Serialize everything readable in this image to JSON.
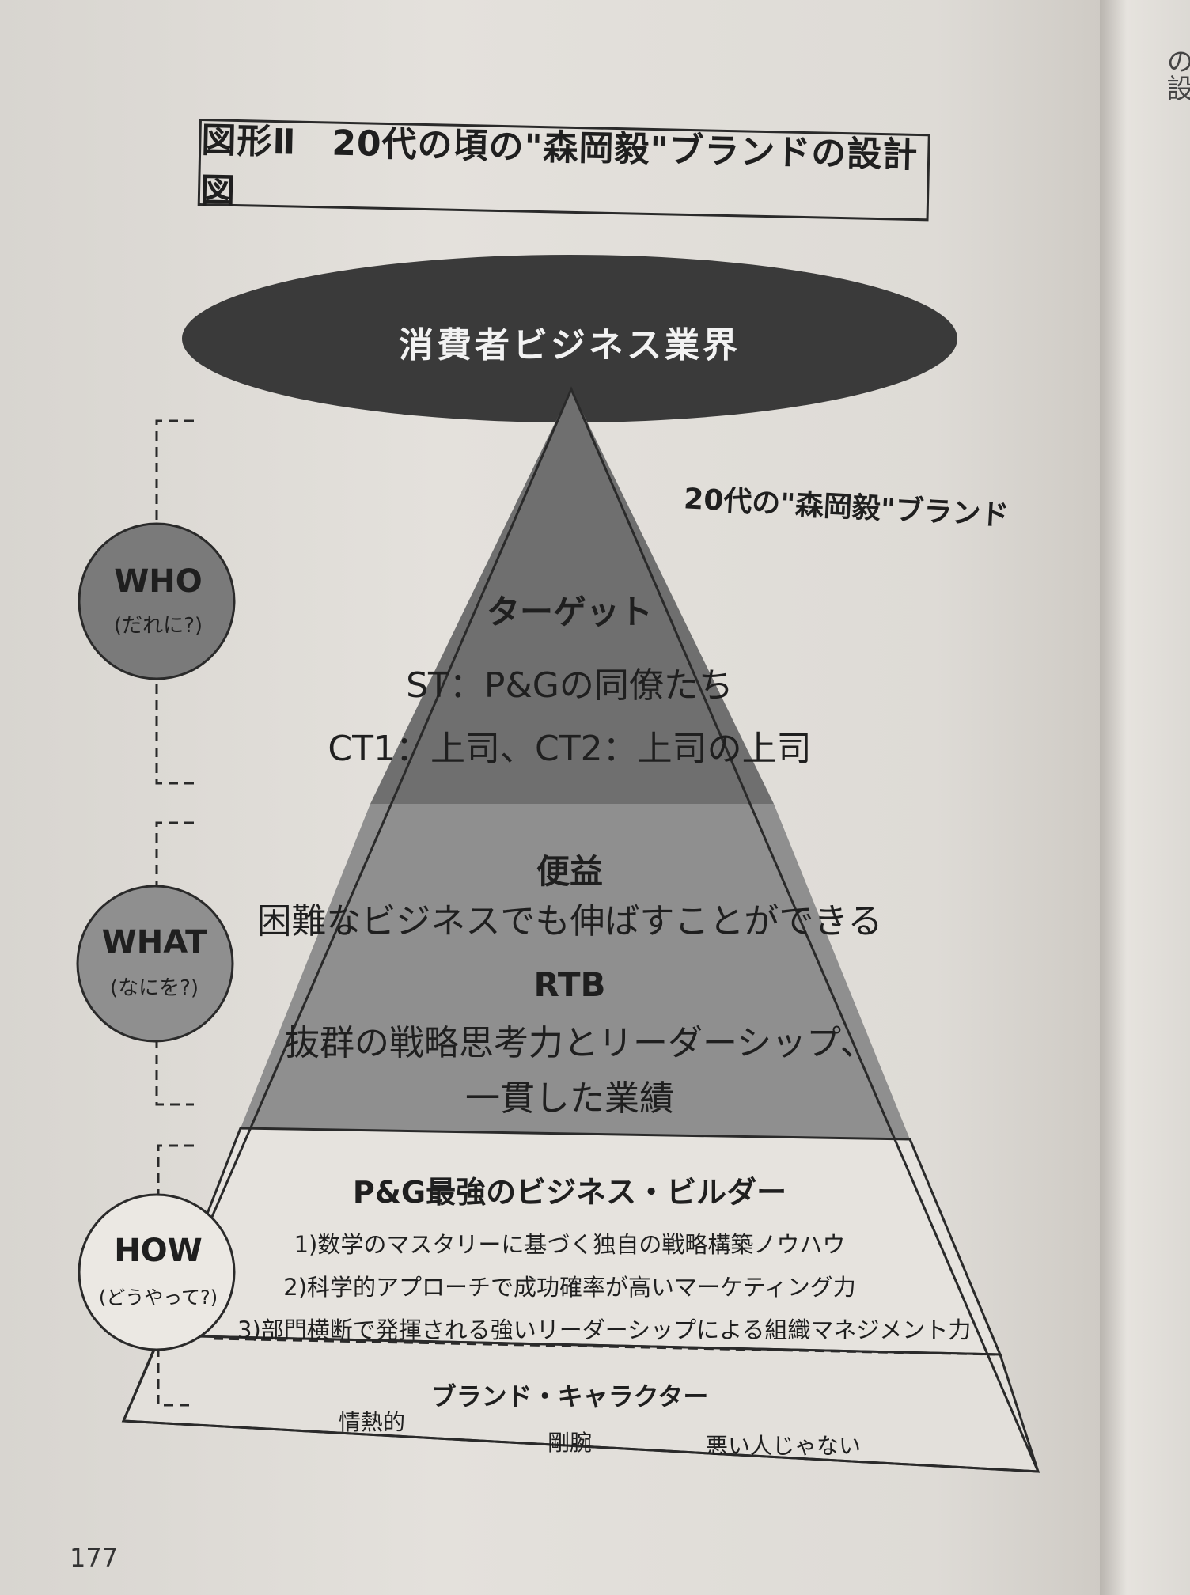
{
  "title": "図形Ⅱ　20代の頃の\"森岡毅\"ブランドの設計図",
  "oval_label": "消費者ビジネス業界",
  "brand_label": "20代の\"森岡毅\"ブランド",
  "dimensions": [
    {
      "main": "WHO",
      "sub": "(だれに?)"
    },
    {
      "main": "WHAT",
      "sub": "(なにを?)"
    },
    {
      "main": "HOW",
      "sub": "(どうやって?)"
    }
  ],
  "target": {
    "heading": "ターゲット",
    "st": "ST：P&Gの同僚たち",
    "ct": "CT1：上司、CT2：上司の上司"
  },
  "benefit": {
    "heading": "便益",
    "text": "困難なビジネスでも伸ばすことができる"
  },
  "rtb": {
    "heading": "RTB",
    "line1": "抜群の戦略思考力とリーダーシップ、",
    "line2": "一貫した業績"
  },
  "how_tier": {
    "heading": "P&G最強のビジネス・ビルダー",
    "items": [
      "1)数学のマスタリーに基づく独自の戦略構築ノウハウ",
      "2)科学的アプローチで成功確率が高いマーケティング力",
      "3)部門横断で発揮される強いリーダーシップによる組織マネジメント力"
    ]
  },
  "character": {
    "heading": "ブランド・キャラクター",
    "traits": [
      "情熱的",
      "剛腕",
      "悪い人じゃない"
    ]
  },
  "page_number": "177",
  "edge_text": "の設"
}
